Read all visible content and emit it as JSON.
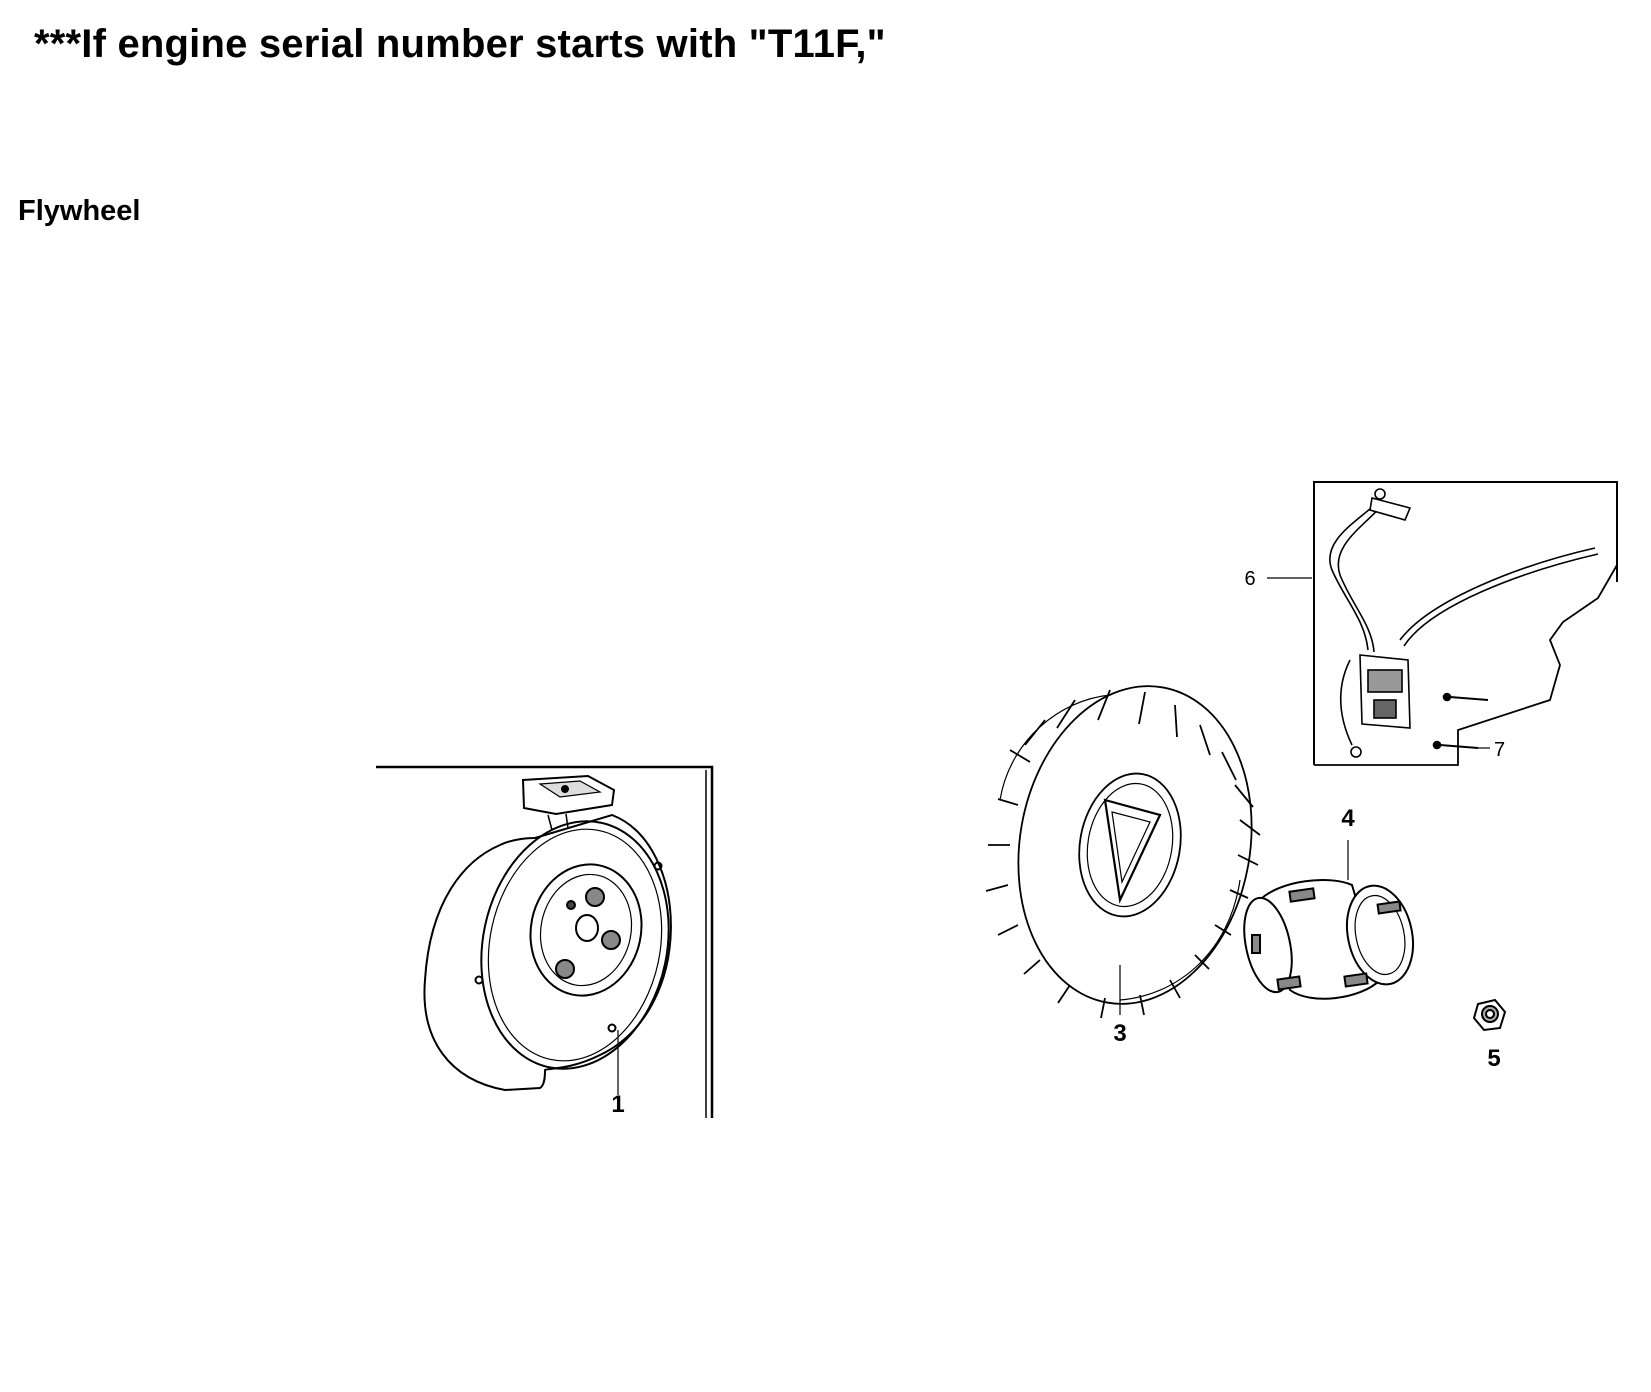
{
  "page": {
    "heading": "***If engine serial number starts with \"T11F,\"",
    "section_title": "Flywheel"
  },
  "callouts": {
    "part_1": "1",
    "part_3": "3",
    "part_4": "4",
    "part_5": "5",
    "part_6": "6",
    "part_7": "7"
  }
}
